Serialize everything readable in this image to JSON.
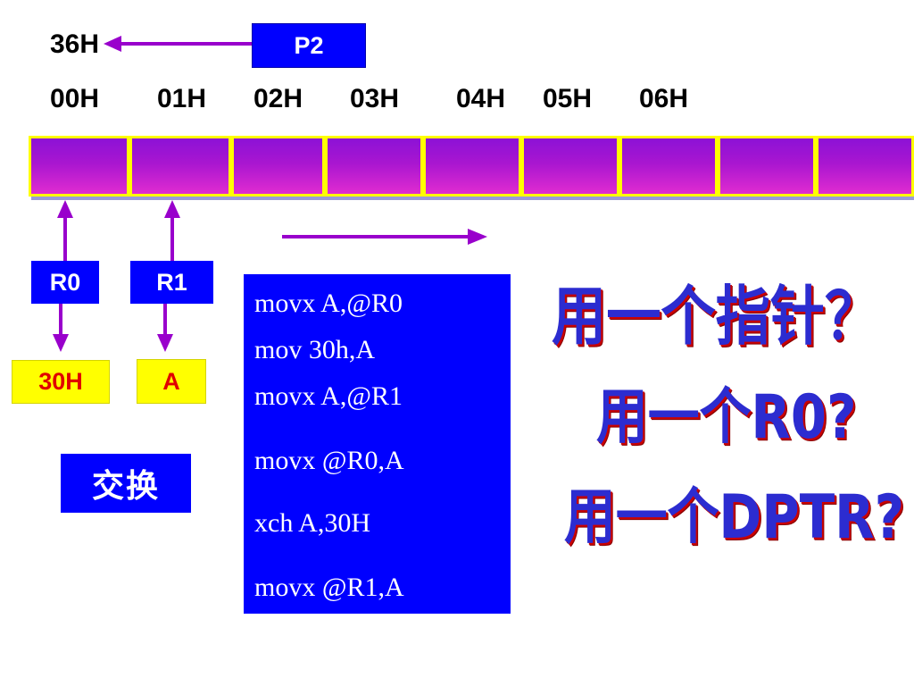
{
  "pointer": {
    "address": "36H",
    "register": "P2"
  },
  "memory": {
    "addresses": [
      "00H",
      "01H",
      "02H",
      "03H",
      "04H",
      "05H",
      "06H"
    ]
  },
  "registers": {
    "r0": {
      "label": "R0",
      "target": "30H"
    },
    "r1": {
      "label": "R1",
      "target": "A"
    }
  },
  "swap_label": "交换",
  "code_lines": [
    "movx A,@R0",
    "mov 30h,A",
    "movx A,@R1",
    "movx @R0,A",
    "xch A,30H",
    "movx @R1,A"
  ],
  "questions": [
    "用一个指针？",
    "用一个R0?",
    "用一个DPTR?"
  ],
  "colors": {
    "arrow": "#9900cc",
    "register_box": "#0000ff",
    "target_box": "#ffff00",
    "target_text": "#e00000",
    "cell_border": "#ffff00",
    "question_text": "#2c2cd0",
    "question_shadow": "#cc0000"
  }
}
